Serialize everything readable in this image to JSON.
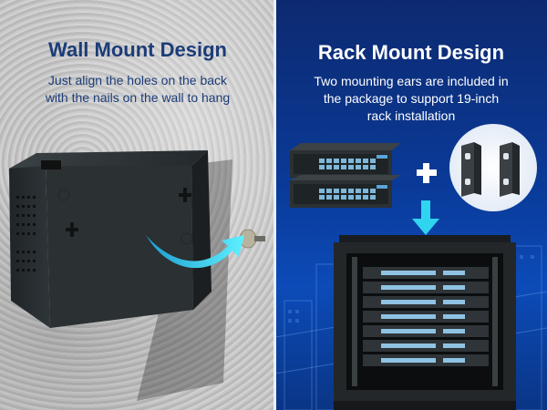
{
  "wall": {
    "title": "Wall Mount Design",
    "subtitle_line1": "Just align the holes on the back",
    "subtitle_line2": "with the nails on the wall to hang"
  },
  "rack": {
    "title": "Rack Mount Design",
    "subtitle_line1": "Two mounting ears are included in",
    "subtitle_line2": "the package to support 19-inch",
    "subtitle_line3": "rack installation"
  },
  "icons": [
    "plus-icon",
    "down-arrow-icon",
    "curved-arrow-icon"
  ],
  "colors": {
    "title_left": "#1c3c78",
    "panel_right": "#0a3a98",
    "accent_cyan": "#2fd4ef",
    "device": "#2b3033"
  }
}
